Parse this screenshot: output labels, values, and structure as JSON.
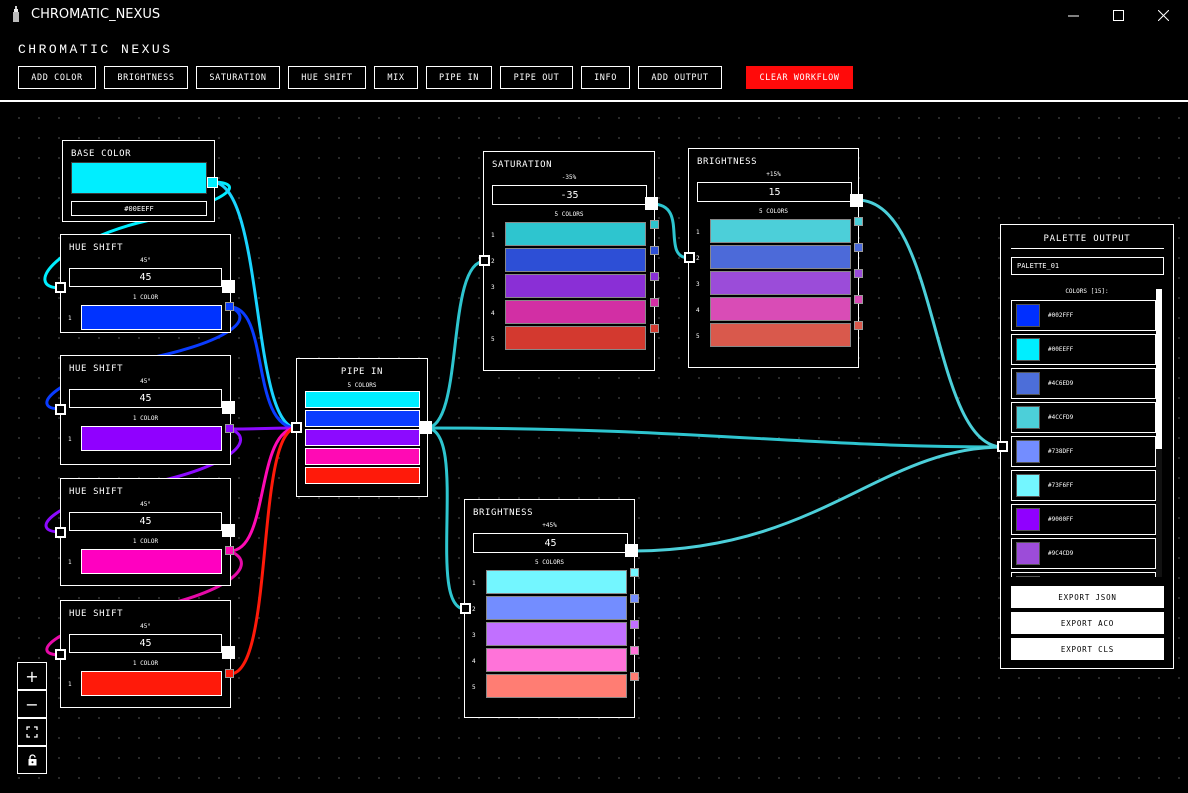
{
  "window": {
    "title": "CHROMATIC_NEXUS",
    "minimize_icon": "minimize-icon",
    "maximize_icon": "maximize-icon",
    "close_icon": "close-icon"
  },
  "header": {
    "title": "CHROMATIC NEXUS"
  },
  "toolbar": {
    "add_color": "ADD COLOR",
    "brightness": "BRIGHTNESS",
    "saturation": "SATURATION",
    "hue_shift": "HUE SHIFT",
    "mix": "MIX",
    "pipe_in": "PIPE IN",
    "pipe_out": "PIPE OUT",
    "info": "INFO",
    "add_output": "ADD OUTPUT",
    "clear_workflow": "CLEAR WORKFLOW",
    "clear_color": "#ff0a0a"
  },
  "nodes": {
    "base_color": {
      "title": "BASE COLOR",
      "hex": "#00EEFF",
      "color": "#00eeff"
    },
    "hue_shift_1": {
      "title": "HUE SHIFT",
      "degrees_label": "45°",
      "value": "45",
      "count_label": "1 COLOR",
      "row": "1",
      "color": "#0033ff"
    },
    "hue_shift_2": {
      "title": "HUE SHIFT",
      "degrees_label": "45°",
      "value": "45",
      "count_label": "1 COLOR",
      "row": "1",
      "color": "#9000ff"
    },
    "hue_shift_3": {
      "title": "HUE SHIFT",
      "degrees_label": "45°",
      "value": "45",
      "count_label": "1 COLOR",
      "row": "1",
      "color": "#ff00c0"
    },
    "hue_shift_4": {
      "title": "HUE SHIFT",
      "degrees_label": "45°",
      "value": "45",
      "count_label": "1 COLOR",
      "row": "1",
      "color": "#ff1a0a"
    },
    "pipe_in": {
      "title": "PIPE IN",
      "count_label": "5 COLORS",
      "colors": [
        "#00eeff",
        "#0a3cff",
        "#8c0aff",
        "#ff0ab4",
        "#ff1a0a"
      ]
    },
    "saturation": {
      "title": "SATURATION",
      "pct_label": "-35%",
      "value": "-35",
      "count_label": "5 COLORS",
      "rows": [
        "1",
        "2",
        "3",
        "4",
        "5"
      ],
      "colors": [
        "#2ec5cf",
        "#2d4fd6",
        "#8a2fd6",
        "#d22fa4",
        "#d3392f"
      ]
    },
    "brightness_top": {
      "title": "BRIGHTNESS",
      "pct_label": "+15%",
      "value": "15",
      "count_label": "5 COLORS",
      "rows": [
        "1",
        "2",
        "3",
        "4",
        "5"
      ],
      "colors": [
        "#4ccfd9",
        "#4c6ad9",
        "#9b4cd9",
        "#d94cb6",
        "#d9594c"
      ]
    },
    "brightness_bottom": {
      "title": "BRIGHTNESS",
      "pct_label": "+45%",
      "value": "45",
      "count_label": "5 COLORS",
      "rows": [
        "1",
        "2",
        "3",
        "4",
        "5"
      ],
      "colors": [
        "#73f6ff",
        "#738dff",
        "#c170ff",
        "#ff73d9",
        "#ff7d73"
      ]
    }
  },
  "palette_output": {
    "title": "PALETTE OUTPUT",
    "name": "PALETTE_01",
    "colors_label": "COLORS [15]:",
    "items": [
      {
        "hex": "#002FFF",
        "color": "#002fff"
      },
      {
        "hex": "#00EEFF",
        "color": "#00eeff"
      },
      {
        "hex": "#4C6ED9",
        "color": "#4c6ed9"
      },
      {
        "hex": "#4CCFD9",
        "color": "#4ccfd9"
      },
      {
        "hex": "#738DFF",
        "color": "#738dff"
      },
      {
        "hex": "#73F6FF",
        "color": "#73f6ff"
      },
      {
        "hex": "#9000FF",
        "color": "#9000ff"
      },
      {
        "hex": "#9C4CD9",
        "color": "#9c4cd9"
      }
    ],
    "export_json": "EXPORT JSON",
    "export_aco": "EXPORT ACO",
    "export_cls": "EXPORT CLS"
  },
  "zoom_controls": {
    "zoom_in": "+",
    "zoom_out": "−",
    "fit": "⛶",
    "lock": "🔒"
  }
}
